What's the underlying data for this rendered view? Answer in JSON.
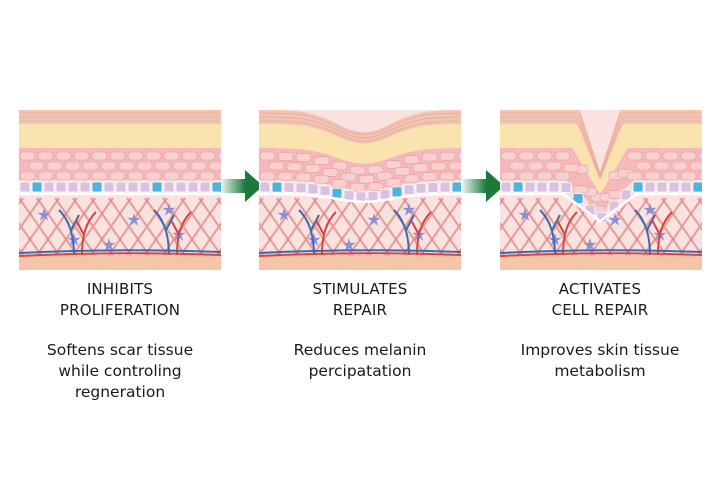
{
  "colors": {
    "arrow": "#1a7a3a",
    "stratum": "#f2c4b4",
    "fat": "#fbe3b0",
    "cells": "#f6b9bb",
    "basal": "#d9c2e0",
    "melanocyte": "#4fb3dc",
    "dermis": "#f9e2df",
    "fiber": "#e07f7a",
    "base": "#f4c5a8",
    "vein": "#3a6bb0",
    "artery": "#d9453c",
    "star": "#8a8fd6"
  },
  "stages": [
    {
      "title_line1": "INHIBITS",
      "title_line2": "PROLIFERATION",
      "desc_line1": "Softens scar tissue",
      "desc_line2": "while controling",
      "desc_line3": "regneration",
      "dent_depth": 0
    },
    {
      "title_line1": "STIMULATES",
      "title_line2": "REPAIR",
      "desc_line1": "Reduces melanin",
      "desc_line2": "percipatation",
      "desc_line3": "",
      "dent_depth": 22
    },
    {
      "title_line1": "ACTIVATES",
      "title_line2": "CELL REPAIR",
      "desc_line1": "Improves skin tissue",
      "desc_line2": "metabolism",
      "desc_line3": "",
      "dent_depth": 62
    }
  ]
}
